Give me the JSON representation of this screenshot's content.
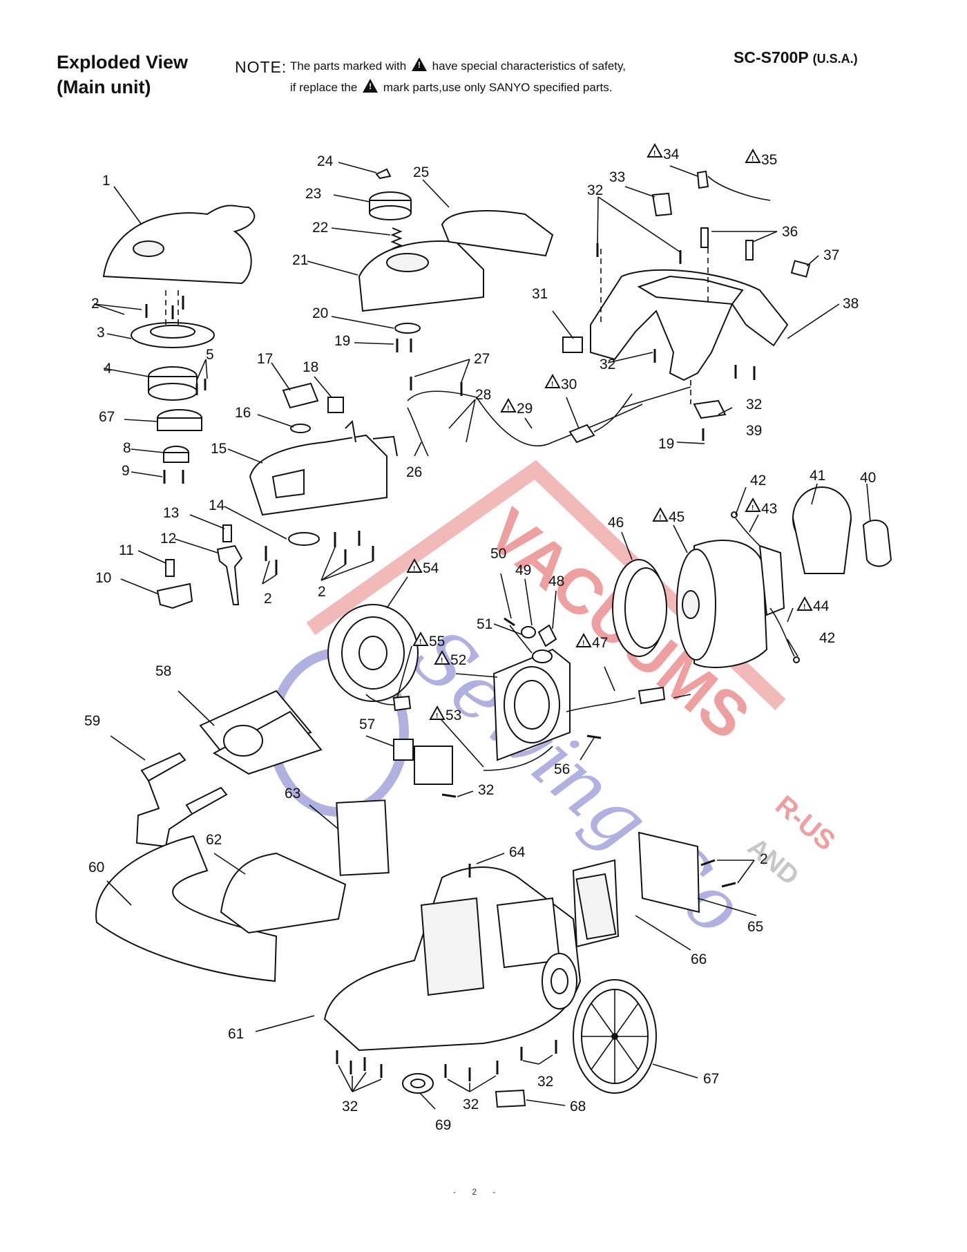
{
  "header": {
    "title_line1": "Exploded View",
    "title_line2": "(Main unit)",
    "note_label": "NOTE:",
    "note_line1_a": "The parts marked with",
    "note_line1_b": "have special characteristics of safety,",
    "note_line2_a": "if replace the",
    "note_line2_b": "mark parts,use only SANYO specified parts.",
    "model": "SC-S700P",
    "region": "(U.S.A.)"
  },
  "watermark": {
    "brand": "VACUUMS",
    "suffix": "R-US",
    "and": "AND",
    "script": "Sewing Co",
    "color_red": "#e05050",
    "color_blue": "#6a6ac8"
  },
  "labels": {
    "p1": "1",
    "p2a": "2",
    "p2b": "2",
    "p2c": "2",
    "p2d": "2",
    "p3": "3",
    "p4": "4",
    "p5": "5",
    "p67": "67",
    "p8": "8",
    "p9": "9",
    "p10": "10",
    "p11": "11",
    "p12": "12",
    "p13": "13",
    "p14": "14",
    "p15": "15",
    "p16": "16",
    "p17": "17",
    "p18": "18",
    "p19a": "19",
    "p19b": "19",
    "p20": "20",
    "p21": "21",
    "p22": "22",
    "p23": "23",
    "p24": "24",
    "p25": "25",
    "p26": "26",
    "p27": "27",
    "p28": "28",
    "p29": "29",
    "p30": "30",
    "p31": "31",
    "p32a": "32",
    "p32b": "32",
    "p32c": "32",
    "p32d": "32",
    "p32e": "32",
    "p32f": "32",
    "p32g": "32",
    "p33": "33",
    "p34": "34",
    "p35": "35",
    "p36": "36",
    "p37": "37",
    "p38": "38",
    "p39": "39",
    "p40": "40",
    "p41": "41",
    "p42a": "42",
    "p42b": "42",
    "p43": "43",
    "p44": "44",
    "p45": "45",
    "p46": "46",
    "p47": "47",
    "p48": "48",
    "p49": "49",
    "p50": "50",
    "p51": "51",
    "p52": "52",
    "p53": "53",
    "p54": "54",
    "p55": "55",
    "p56": "56",
    "p57": "57",
    "p58": "58",
    "p59": "59",
    "p60": "60",
    "p61": "61",
    "p62": "62",
    "p63": "63",
    "p64": "64",
    "p65": "65",
    "p66": "66",
    "p68": "68",
    "p69": "69"
  },
  "footer": {
    "page": "- 2 -"
  }
}
